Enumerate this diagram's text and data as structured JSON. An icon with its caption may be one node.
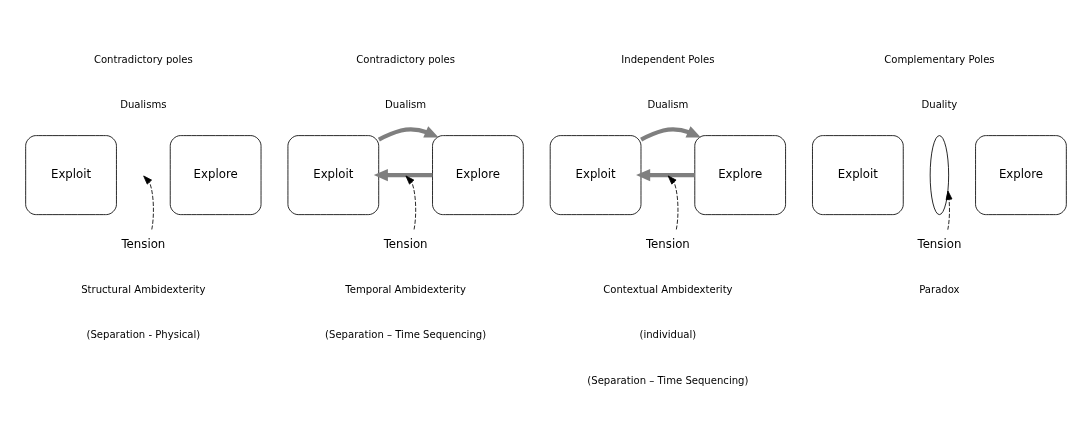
{
  "diagram": {
    "nodes": [
      {
        "text": [
          "Exploit"
        ]
      },
      {
        "text": [
          "Explore"
        ]
      },
      {
        "text": [
          "Tension"
        ]
      },
      {
        "text": [
          "Exploit"
        ]
      },
      {
        "text": [
          "Explore"
        ]
      },
      {
        "text": [
          "Tension"
        ]
      },
      {
        "text": [
          "Exploit"
        ]
      },
      {
        "text": [
          "Explore"
        ]
      },
      {
        "text": [
          "Tension"
        ]
      },
      {
        "text": [
          "Exploit"
        ]
      },
      {
        "text": [],
        "shape": "oval"
      },
      {
        "text": [
          "Explore"
        ]
      },
      {
        "text": [
          "Tension"
        ]
      }
    ],
    "edges": [
      {
        "from": 2,
        "to": null,
        "arrow": "to",
        "style": "dashed"
      },
      {
        "from": 3,
        "to": 4,
        "arrow": "to",
        "style": "thick",
        "color": "#7f7f7f"
      },
      {
        "from": 4,
        "to": 3,
        "arrow": "to",
        "style": "thick",
        "color": "#7f7f7f"
      },
      {
        "from": 5,
        "to": null,
        "arrow": "to",
        "style": "dashed"
      },
      {
        "from": 6,
        "to": 7,
        "arrow": "to",
        "style": "thick",
        "color": "#7f7f7f"
      },
      {
        "from": 7,
        "to": 6,
        "arrow": "to",
        "style": "thick",
        "color": "#7f7f7f"
      },
      {
        "from": 8,
        "to": null,
        "arrow": "to",
        "style": "dashed"
      },
      {
        "from": 12,
        "to": 10,
        "arrow": "to",
        "style": "dashed"
      }
    ],
    "labels": [
      "Contradictory poles",
      "Dualisms",
      "Structural Ambidexterity",
      "(Separation - Physical)",
      "Contradictory poles",
      "Dualism",
      "Temporal Ambidexterity",
      "(Separation – Time Sequencing)",
      "Independent Poles",
      "Dualism",
      "Contextual Ambidexterity",
      "(individual)",
      "(Separation – Time Sequencing)",
      "Complementary Poles",
      "Duality",
      "Paradox"
    ]
  }
}
